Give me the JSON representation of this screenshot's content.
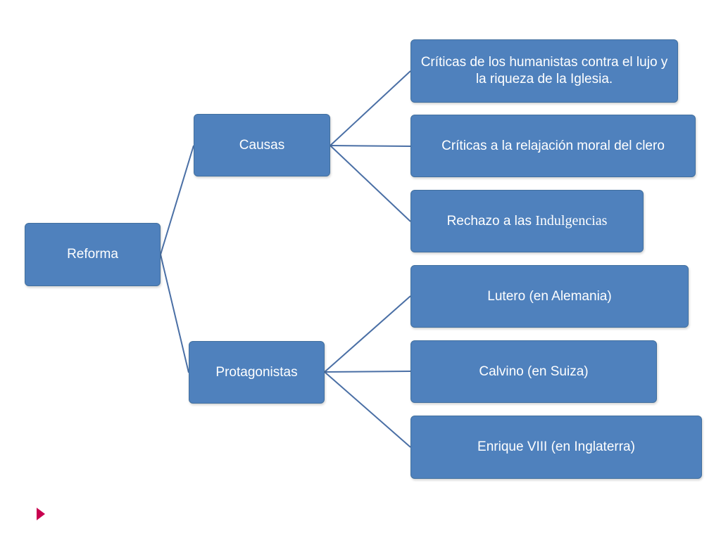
{
  "diagram": {
    "root": {
      "label": "Reforma"
    },
    "causes": {
      "label": "Causas",
      "items": [
        "Críticas de los humanistas contra el lujo y la riqueza de la Iglesia.",
        "Críticas a la relajación moral del clero",
        "Rechazo a las"
      ],
      "last_item_suffix": "Indulgencias"
    },
    "protagonists": {
      "label": "Protagonistas",
      "items": [
        "Lutero (en Alemania)",
        "Calvino (en Suiza)",
        "Enrique VIII (en Inglaterra)"
      ]
    }
  },
  "colors": {
    "node_fill": "#4f81bd",
    "node_text": "#ffffff",
    "connector": "#4a6fa5",
    "bullet_marker": "#c8004f"
  }
}
